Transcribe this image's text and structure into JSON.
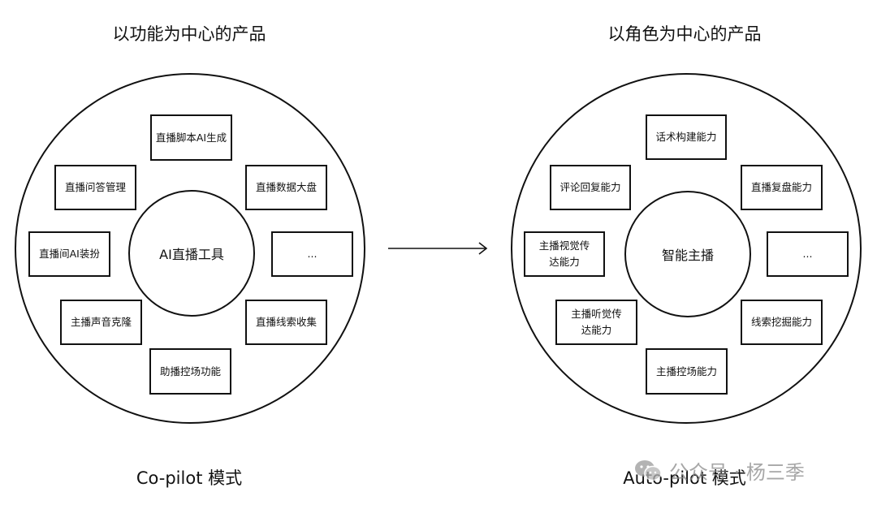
{
  "left": {
    "title": "以功能为中心的产品",
    "center": "AI直播工具",
    "boxes": [
      "直播脚本AI生成",
      "直播问答管理",
      "直播数据大盘",
      "直播间AI装扮",
      "...",
      "主播声音克隆",
      "直播线索收集",
      "助播控场功能"
    ],
    "caption": "Co-pilot 模式"
  },
  "right": {
    "title": "以角色为中心的产品",
    "center": "智能主播",
    "boxes": [
      "话术构建能力",
      "评论回复能力",
      "直播复盘能力",
      "主播视觉传达能力",
      "...",
      "主播听觉传达能力",
      "线索挖掘能力",
      "主播控场能力"
    ],
    "caption": "Auto-pilot 模式"
  },
  "watermark": {
    "icon": "wechat-icon",
    "text": "公众号 · 杨三季"
  }
}
